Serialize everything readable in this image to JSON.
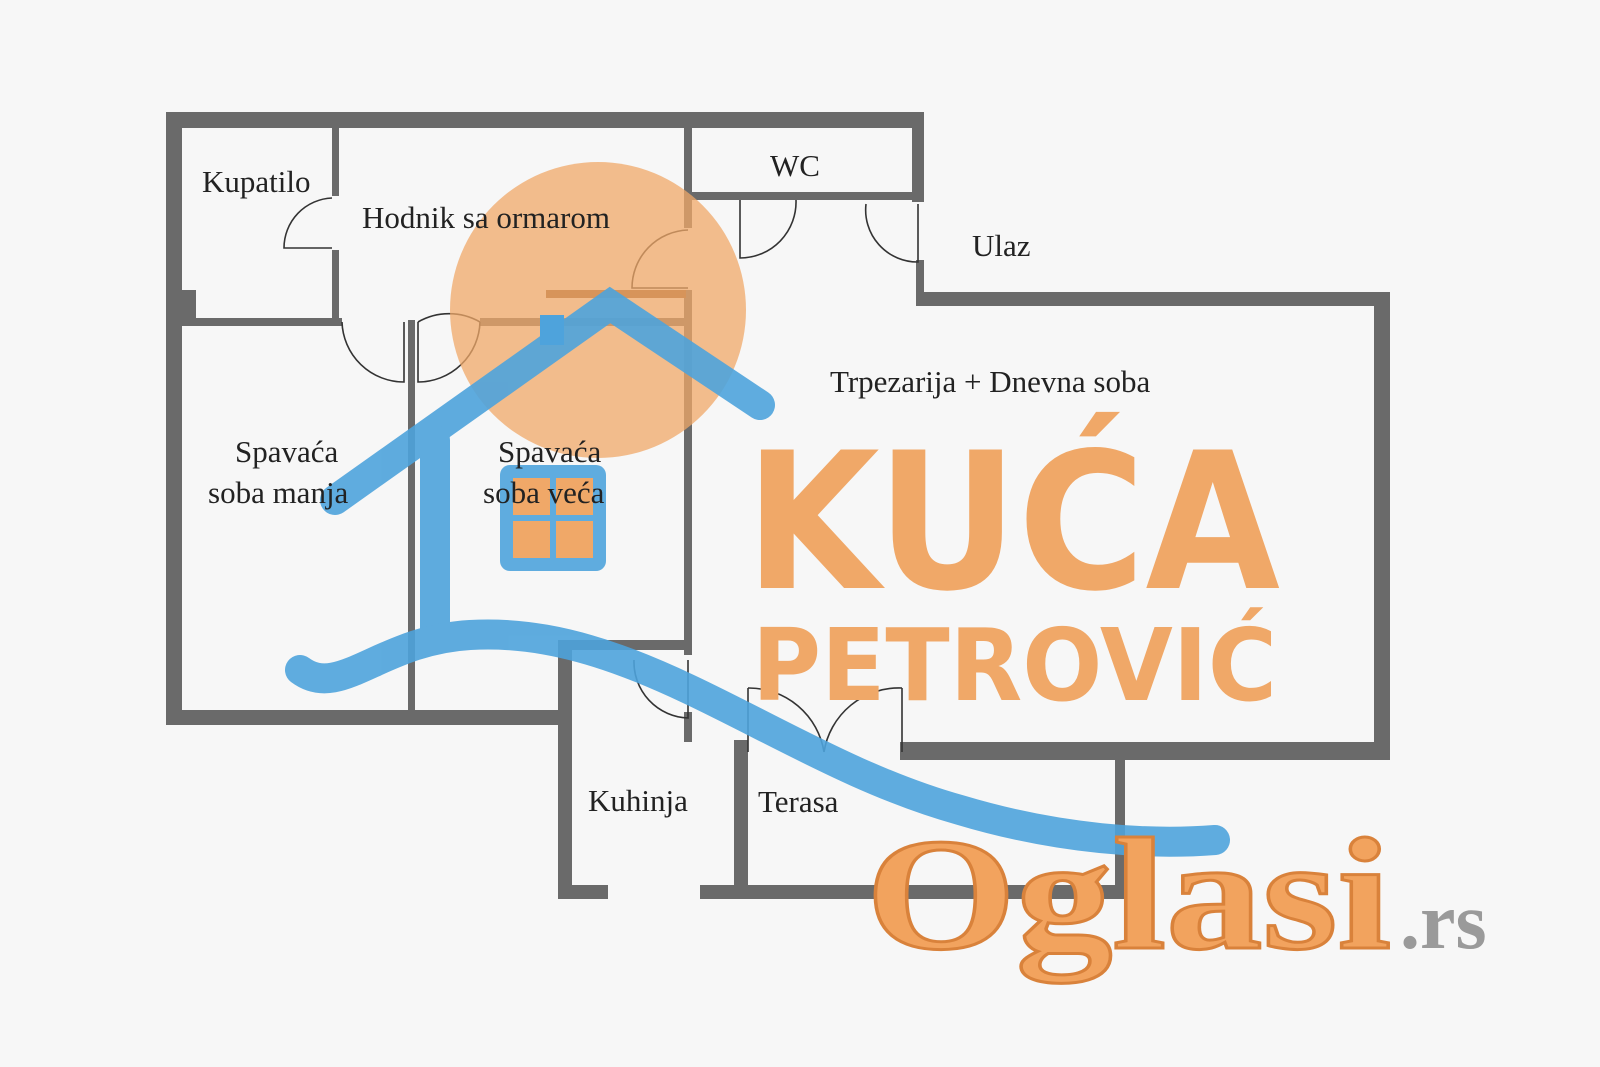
{
  "rooms": {
    "kupatilo": "Kupatilo",
    "hodnik": "Hodnik sa ormarom",
    "wc": "WC",
    "ulaz": "Ulaz",
    "spavaca_manja_1": "Spavaća",
    "spavaca_manja_2": "soba manja",
    "spavaca_veca_1": "Spavaća",
    "spavaca_veca_2": "soba veća",
    "dnevna": "Trpezarija + Dnevna soba",
    "kuhinja": "Kuhinja",
    "terasa": "Terasa"
  },
  "watermarks": {
    "agency_line1": "KUĆA",
    "agency_line2": "PETROVIĆ",
    "site_name": "Oglasi",
    "site_tld": ".rs"
  },
  "colors": {
    "wall": "#6a6a6a",
    "orange": "#f0a868",
    "blue": "#4ea3dc"
  }
}
